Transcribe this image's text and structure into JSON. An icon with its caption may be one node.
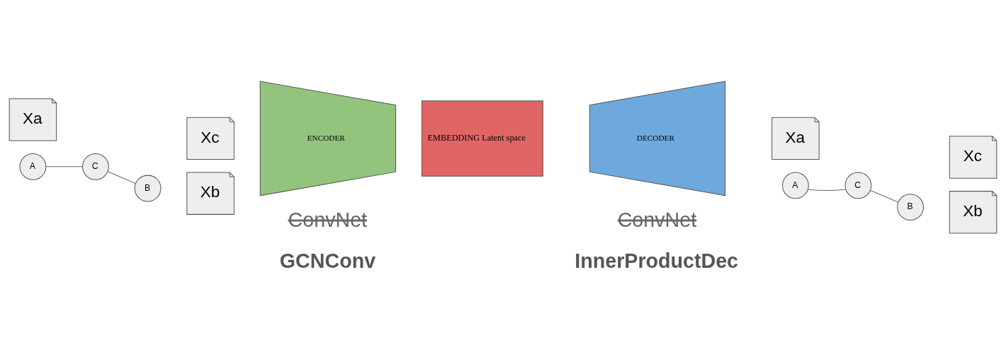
{
  "diagram": {
    "nodes": [
      {
        "text": [
          "A"
        ]
      },
      {
        "text": [
          "C"
        ]
      },
      {
        "text": [
          "B"
        ]
      },
      {
        "text": [
          "Xa"
        ]
      },
      {
        "text": [
          "Xc"
        ]
      },
      {
        "text": [
          "Xb"
        ]
      },
      {
        "text": [
          "ENCODER"
        ]
      },
      {
        "text": [
          "EMBEDDING Latent space"
        ]
      },
      {
        "text": [
          "DECODER"
        ]
      },
      {
        "text": [
          "A"
        ]
      },
      {
        "text": [
          "C"
        ]
      },
      {
        "text": [
          "B"
        ]
      },
      {
        "text": [
          "Xa"
        ]
      },
      {
        "text": [
          "Xc"
        ]
      },
      {
        "text": [
          "Xb"
        ]
      }
    ],
    "edges": [
      {
        "from": 0,
        "to": 1,
        "arrow": "none"
      },
      {
        "from": 1,
        "to": 2,
        "arrow": "none"
      },
      {
        "from": 9,
        "to": 10,
        "arrow": "none"
      },
      {
        "from": 10,
        "to": 11,
        "arrow": "none"
      }
    ],
    "labels": [
      "ConvNet",
      "ConvNet",
      "GCNConv",
      "InnerProductDec"
    ]
  }
}
